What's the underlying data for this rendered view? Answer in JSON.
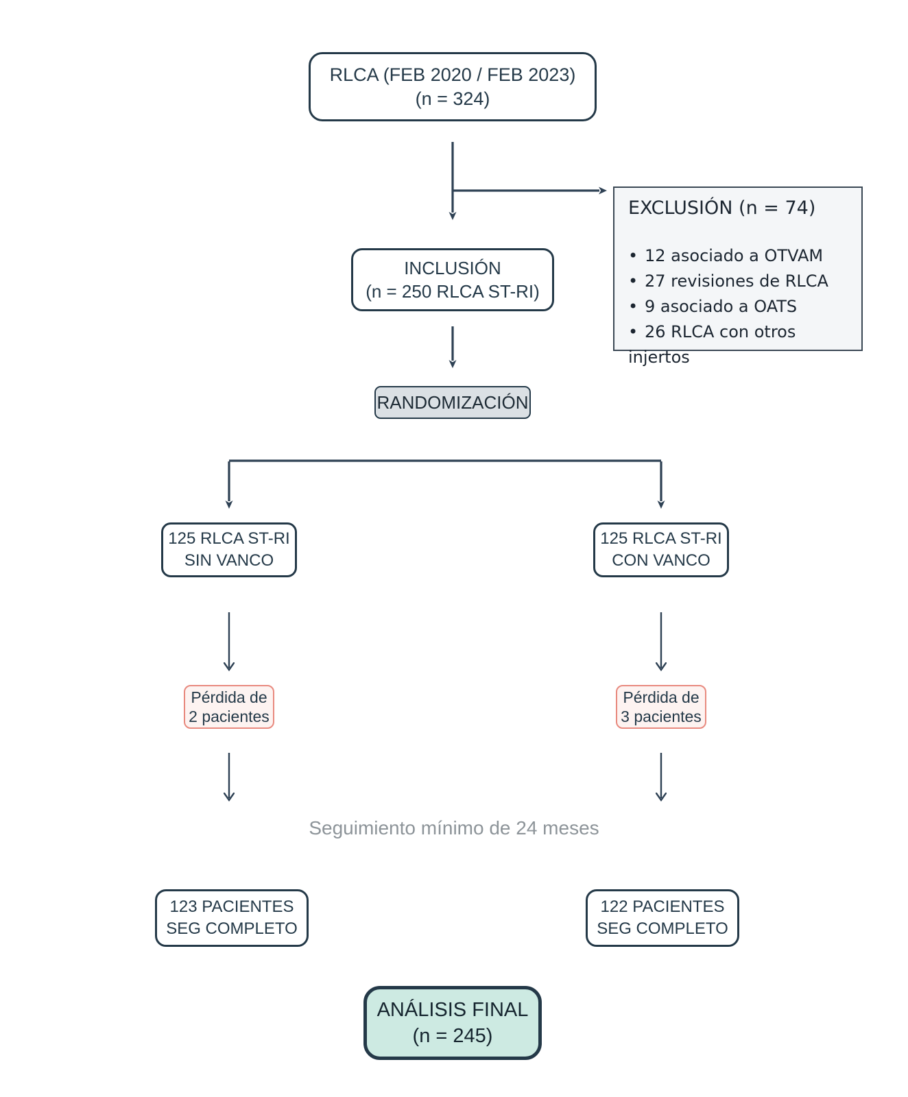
{
  "nodes": {
    "enrollment": {
      "line1": "RLCA (FEB 2020 / FEB 2023)",
      "line2": "(n = 324)"
    },
    "exclusion": {
      "title": "EXCLUSIÓN (n = 74)",
      "bullet": "•",
      "items": [
        "12 asociado a OTVAM",
        "27 revisiones de RLCA",
        "9 asociado a OATS",
        "26 RLCA con otros injertos"
      ]
    },
    "inclusion": {
      "line1": "INCLUSIÓN",
      "line2": "(n = 250 RLCA ST-RI)"
    },
    "randomization": {
      "label": "RANDOMIZACIÓN"
    },
    "arm_sin_vanco": {
      "line1": "125 RLCA ST-RI",
      "line2": "SIN VANCO"
    },
    "arm_con_vanco": {
      "line1": "125 RLCA ST-RI",
      "line2": "CON VANCO"
    },
    "loss_sin_vanco": {
      "line1": "Pérdida de",
      "line2": "2 pacientes"
    },
    "loss_con_vanco": {
      "line1": "Pérdida de",
      "line2": "3 pacientes"
    },
    "followup_note": "Seguimiento mínimo de 24 meses",
    "complete_sin_vanco": {
      "line1": "123 PACIENTES",
      "line2": "SEG COMPLETO"
    },
    "complete_con_vanco": {
      "line1": "122 PACIENTES",
      "line2": "SEG COMPLETO"
    },
    "final_analysis": {
      "line1": "ANÁLISIS FINAL",
      "line2": "(n = 245)"
    }
  },
  "colors": {
    "navy": "#243948",
    "arrow": "#2e4154",
    "exclusion_border": "#3a4754",
    "exclusion_fill": "#f4f6f8",
    "randomization_fill": "#dbe0e4",
    "loss_border": "#e8897e",
    "loss_fill": "#fdf3f1",
    "final_fill": "#cdeae2",
    "note_gray": "#8d9499",
    "background": "#ffffff"
  }
}
